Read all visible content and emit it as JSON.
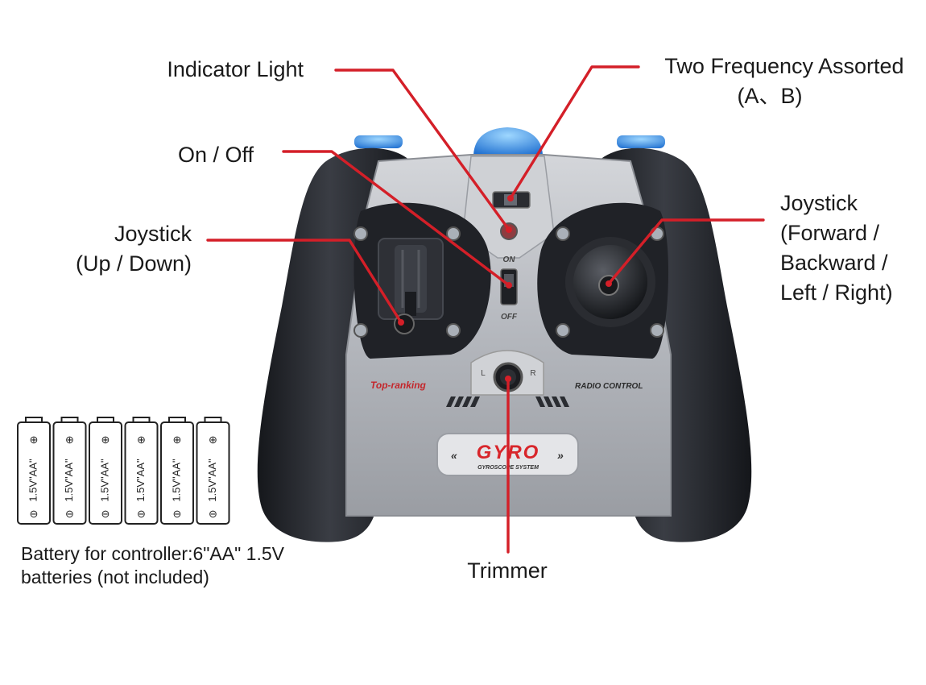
{
  "colors": {
    "leader_line": "#d41f28",
    "grip": "#1f2126",
    "body_silver": "#b9bcc2",
    "accent_blue": "#1f6fd0",
    "gyro_red": "#d8262b"
  },
  "callouts": {
    "indicator_light": "Indicator Light",
    "two_frequency": [
      "Two Frequency Assorted",
      "(A、B)"
    ],
    "on_off": "On / Off",
    "joystick_left": [
      "Joystick",
      "(Up / Down)"
    ],
    "joystick_right": [
      "Joystick",
      "(Forward /",
      "Backward /",
      "Left / Right)"
    ],
    "trimmer": "Trimmer"
  },
  "controller": {
    "switch_on": "ON",
    "switch_off": "OFF",
    "trim_left": "L",
    "trim_right": "R",
    "brand_left": "Top-ranking",
    "brand_right": "RADIO CONTROL",
    "logo": "GYRO",
    "logo_sub": "GYROSCOPE SYSTEM"
  },
  "battery": {
    "cell_label": "1.5V\"AA\"",
    "plus": "⊕",
    "minus": "⊖",
    "cells": [
      1,
      2,
      3,
      4,
      5,
      6
    ],
    "caption": [
      "Battery for controller:6\"AA\" 1.5V",
      "batteries (not included)"
    ]
  }
}
